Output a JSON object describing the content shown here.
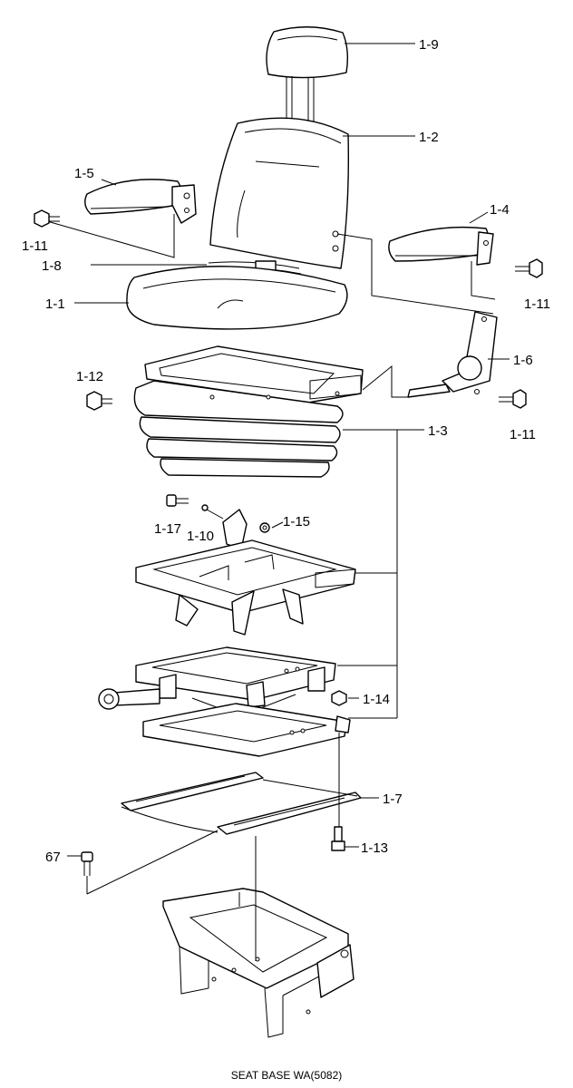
{
  "caption": "SEAT BASE WA(5082)",
  "labels": {
    "l_1_9": "1-9",
    "l_1_2": "1-2",
    "l_1_5": "1-5",
    "l_1_4": "1-4",
    "l_1_11_a": "1-11",
    "l_1_11_b": "1-11",
    "l_1_11_c": "1-11",
    "l_1_8": "1-8",
    "l_1_1": "1-1",
    "l_1_6": "1-6",
    "l_1_12": "1-12",
    "l_1_3": "1-3",
    "l_1_17": "1-17",
    "l_1_10": "1-10",
    "l_1_15": "1-15",
    "l_1_14": "1-14",
    "l_1_7": "1-7",
    "l_1_13": "1-13",
    "l_67": "67"
  }
}
